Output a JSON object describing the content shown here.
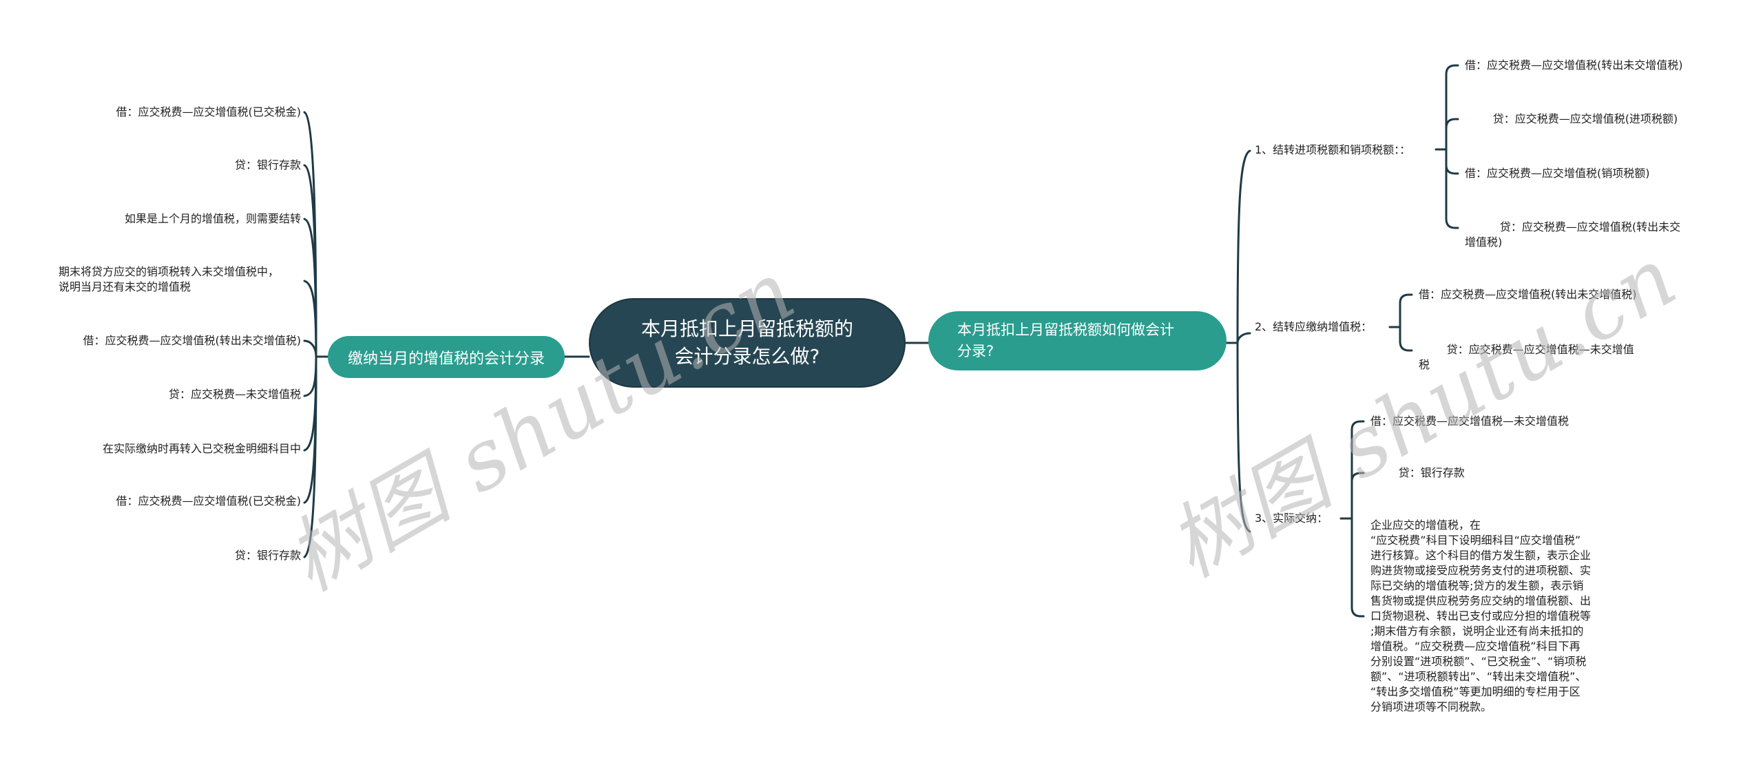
{
  "root": {
    "title_line1": "本月抵扣上月留抵税额的",
    "title_line2": "会计分录怎么做?"
  },
  "left_branch": {
    "label": "缴纳当月的增值税的会计分录",
    "items": [
      {
        "text": "借：应交税费—应交增值税(已交税金)"
      },
      {
        "text": "贷：银行存款"
      },
      {
        "text": "如果是上个月的增值税，则需要结转"
      },
      {
        "text": "期末将贷方应交的销项税转入未交增值税中，\n说明当月还有未交的增值税"
      },
      {
        "text": "借：应交税费—应交增值税(转出未交增值税)"
      },
      {
        "text": "贷：应交税费—未交增值税"
      },
      {
        "text": "在实际缴纳时再转入已交税金明细科目中"
      },
      {
        "text": "借：应交税费—应交增值税(已交税金)"
      },
      {
        "text": "贷：银行存款"
      }
    ]
  },
  "right_branch": {
    "label": "本月抵扣上月留抵税额如何做会计分录?",
    "label_line1": "本月抵扣上月留抵税额如何做会计",
    "label_line2": "分录?",
    "subtopics": [
      {
        "label": "1、结转进项税额和销项税额：：",
        "items": [
          {
            "text": "借：应交税费—应交增值税(转出未交增值税)"
          },
          {
            "text": "        贷：应交税费—应交增值税(进项税额)"
          },
          {
            "text": "借：应交税费—应交增值税(销项税额)"
          },
          {
            "text": "          贷：应交税费—应交增值税(转出未交\n增值税)"
          }
        ]
      },
      {
        "label": "2、结转应缴纳增值税：",
        "items": [
          {
            "text": "借：应交税费—应交增值税(转出未交增值税)"
          },
          {
            "text": "        贷：应交税费—应交增值税—未交增值\n税"
          }
        ]
      },
      {
        "label": "3、实际交纳：",
        "items": [
          {
            "text": "借：应交税费—应交增值税—未交增值税"
          },
          {
            "text": "        贷：银行存款"
          },
          {
            "text": "企业应交的增值税，在\n“应交税费”科目下设明细科目“应交增值税”\n进行核算。这个科目的借方发生额，表示企业\n购进货物或接受应税劳务支付的进项税额、实\n际已交纳的增值税等;贷方的发生额，表示销\n售货物或提供应税劳务应交纳的增值税额、出\n口货物退税、转出已支付或应分担的增值税等\n;期末借方有余额，说明企业还有尚未抵扣的\n增值税。“应交税费—应交增值税”科目下再\n分别设置“进项税额”、“已交税金”、“销项税\n额”、“进项税额转出”、“转出未交增值税”、\n“转出多交增值税”等更加明细的专栏用于区\n分销项进项等不同税款。"
          }
        ]
      }
    ]
  },
  "watermarks": [
    {
      "text": "树图 shutu.cn"
    },
    {
      "text": "树图 shutu.cn"
    }
  ],
  "colors": {
    "root_fill": "#264653",
    "branch_fill": "#2a9d8f",
    "line": "#1f3a46",
    "text": "#222222",
    "watermark": "#b4b4b4"
  }
}
